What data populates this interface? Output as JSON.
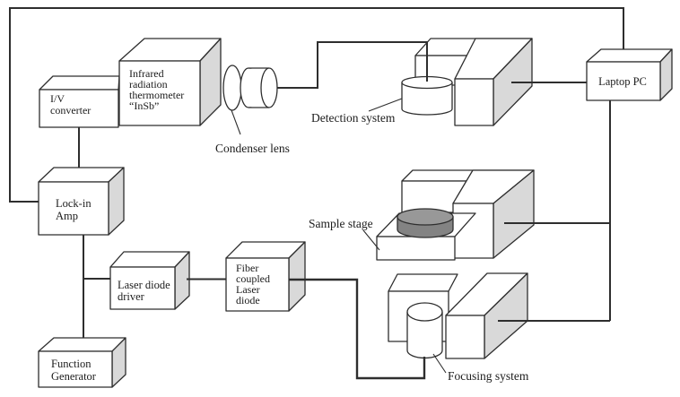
{
  "diagram": {
    "nodes": {
      "iv_converter": {
        "lines": [
          "I/V",
          "converter"
        ]
      },
      "ir_thermometer": {
        "lines": [
          "Infrared",
          "radiation",
          "thermometer",
          "“InSb”"
        ]
      },
      "lockin_amp": {
        "lines": [
          "Lock-in",
          "Amp"
        ]
      },
      "function_generator": {
        "lines": [
          "Function",
          "Generator"
        ]
      },
      "laser_diode_driver": {
        "lines": [
          "Laser diode",
          "driver"
        ]
      },
      "fiber_coupled_laser_diode": {
        "lines": [
          "Fiber",
          "coupled",
          "Laser",
          "diode"
        ]
      },
      "laptop_pc": {
        "label": "Laptop PC"
      }
    },
    "callouts": {
      "condenser_lens": "Condenser lens",
      "detection_system": "Detection system",
      "sample_stage": "Sample stage",
      "focusing_system": "Focusing system"
    },
    "colors": {
      "line": "#2e2e2e",
      "shaded_face": "#d9d9d9",
      "disc_top": "#989898",
      "disc_side": "#838383",
      "background": "#ffffff"
    }
  }
}
